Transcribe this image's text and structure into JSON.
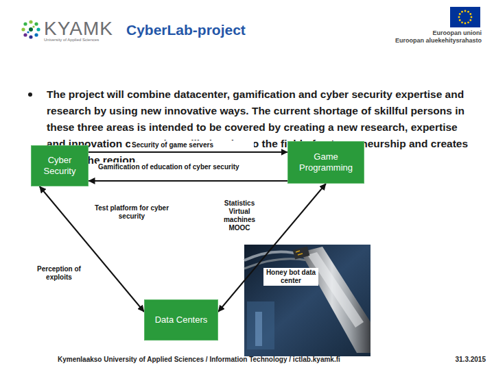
{
  "diagram": {
    "title": "CyberLab-project",
    "nodes": [
      {
        "text": [
          "Cyber Security"
        ]
      },
      {
        "text": [
          "Game Programming"
        ]
      },
      {
        "text": [
          "Data Centers"
        ]
      }
    ],
    "edges": [
      {
        "from": 0,
        "to": 1,
        "label": "Security of game servers",
        "arrow": "to"
      },
      {
        "from": 1,
        "to": 0,
        "label": "Gamification of education of cyber security",
        "arrow": "to"
      },
      {
        "from": 0,
        "to": 2,
        "arrow": "both"
      },
      {
        "from": 1,
        "to": 2,
        "arrow": "both"
      }
    ],
    "labels": [
      "The project will combine datacenter, gamification and cyber security expertise and research by using new innovative ways. The current shortage of skillful persons in these three areas is intended to be covered by creating a new research, expertise and innovation center that will give rise to the field of entrepreneurship and creates jobs in the region.",
      "Test platform for cyber security",
      "Statistics Virtual machines MOOC",
      "Perception of exploits",
      "Honey bot data center",
      "KYAMK",
      "University of Applied Sciences",
      "Euroopan unioni",
      "Euroopan aluekehitysrahasto",
      "Kymenlaakso University of Applied Sciences / Information Technology / ictlab.kyamk.fi",
      "31.3.2015"
    ]
  }
}
